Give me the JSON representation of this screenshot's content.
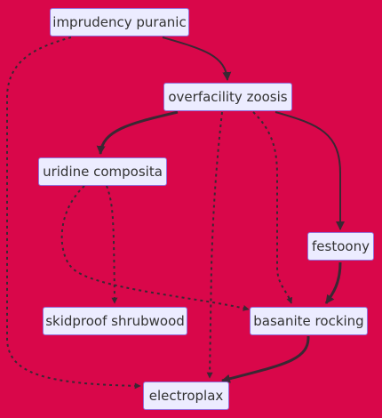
{
  "diagram": {
    "background": "#d9074a",
    "node_fill": "#ececff",
    "node_border": "#9370db",
    "text_color": "#333333",
    "edge_color": "#3a2833",
    "nodes": {
      "imprudency": "imprudency puranic",
      "overfacility": "overfacility zoosis",
      "uridine": "uridine composita",
      "festoony": "festoony",
      "skidproof": "skidproof shrubwood",
      "basanite": "basanite rocking",
      "electroplax": "electroplax"
    },
    "edges": [
      {
        "from": "imprudency puranic",
        "to": "overfacility zoosis",
        "style": "solid"
      },
      {
        "from": "imprudency puranic",
        "to": "electroplax",
        "style": "dotted"
      },
      {
        "from": "overfacility zoosis",
        "to": "uridine composita",
        "style": "thick"
      },
      {
        "from": "overfacility zoosis",
        "to": "festoony",
        "style": "solid"
      },
      {
        "from": "overfacility zoosis",
        "to": "basanite rocking",
        "style": "dotted"
      },
      {
        "from": "overfacility zoosis",
        "to": "electroplax",
        "style": "dotted"
      },
      {
        "from": "uridine composita",
        "to": "skidproof shrubwood",
        "style": "dotted"
      },
      {
        "from": "uridine composita",
        "to": "basanite rocking",
        "style": "dotted"
      },
      {
        "from": "festoony",
        "to": "basanite rocking",
        "style": "thick"
      },
      {
        "from": "basanite rocking",
        "to": "electroplax",
        "style": "thick"
      }
    ]
  }
}
